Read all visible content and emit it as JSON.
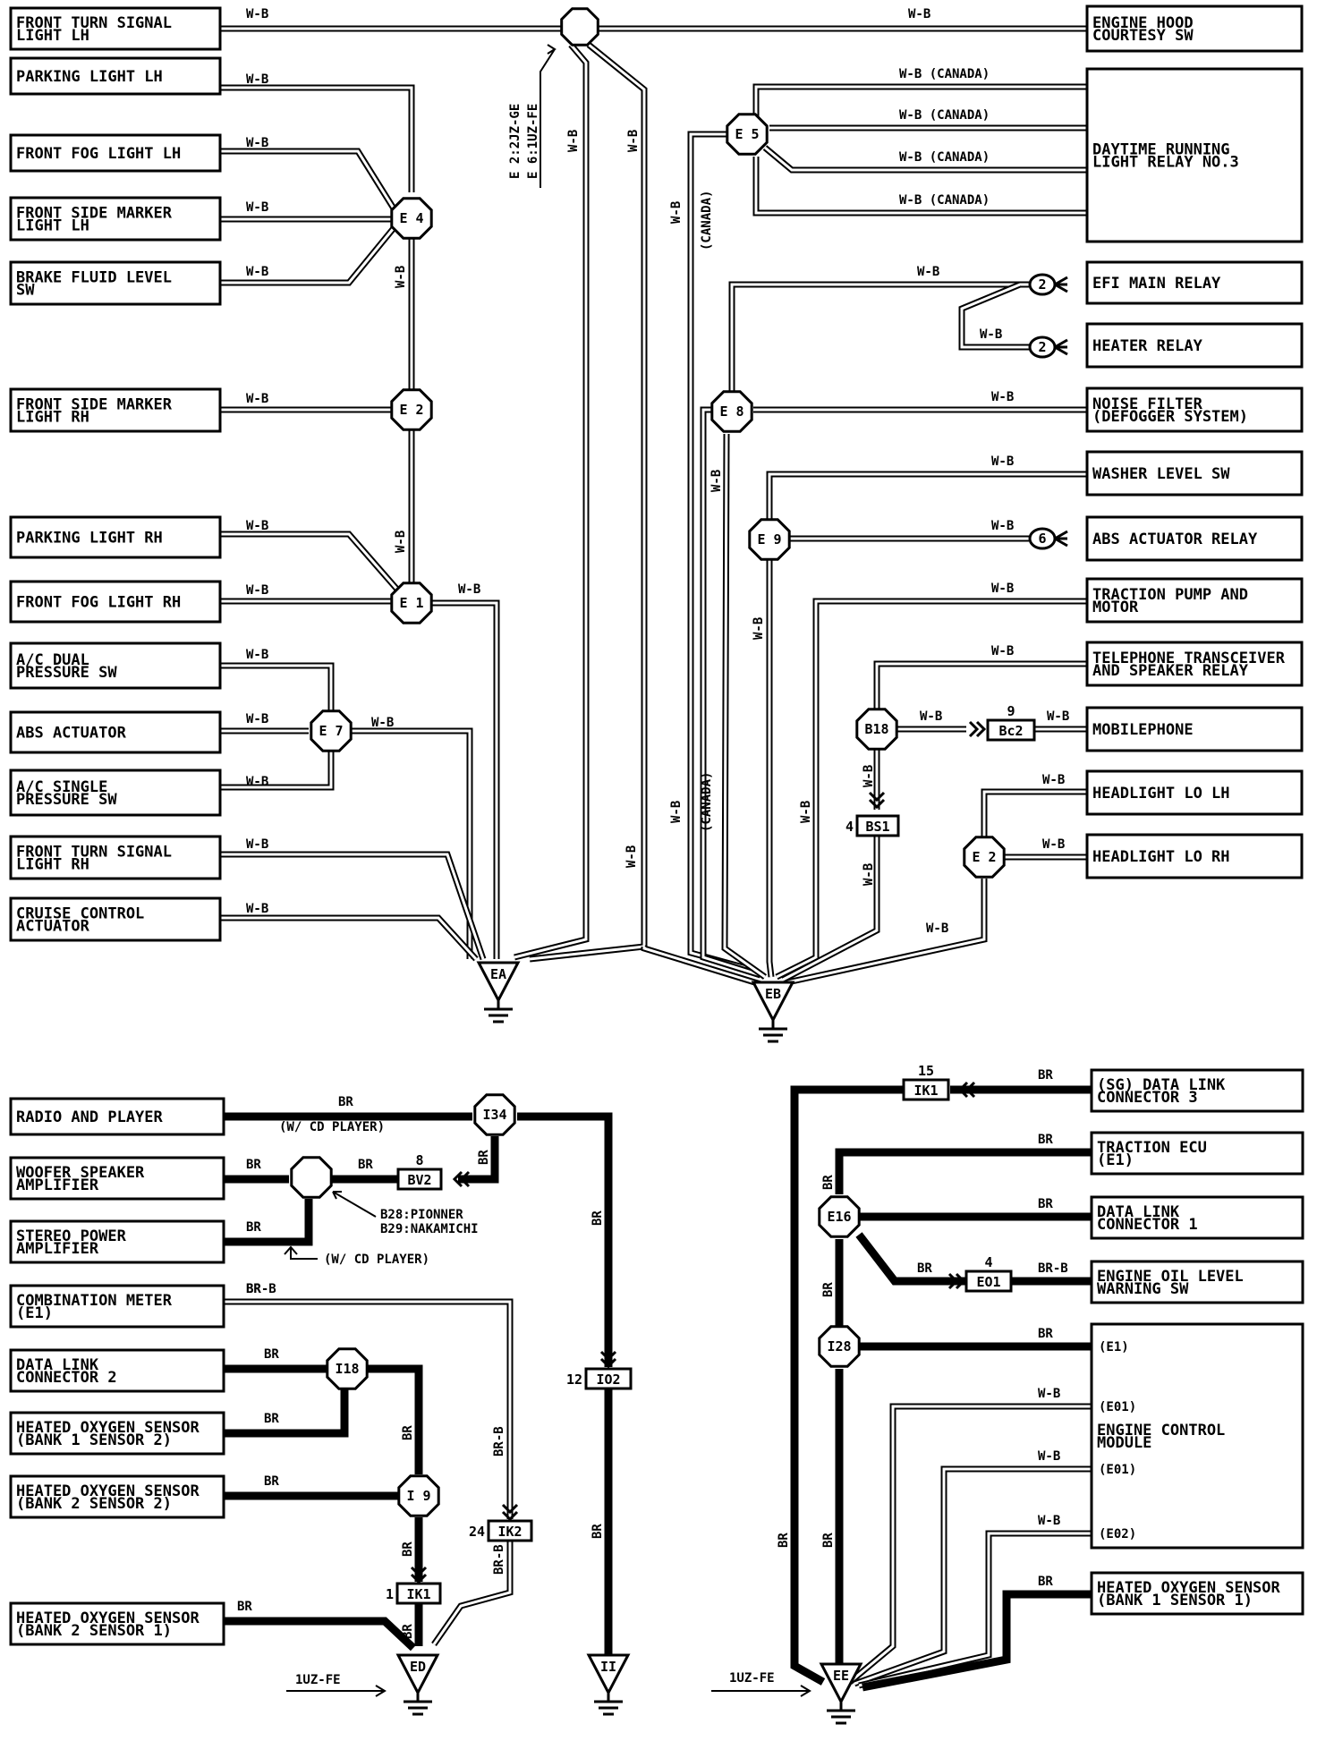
{
  "components": {
    "front_turn_lh": [
      "FRONT TURN SIGNAL",
      "LIGHT LH"
    ],
    "parking_lh": [
      "PARKING LIGHT LH"
    ],
    "front_fog_lh": [
      "FRONT FOG LIGHT LH"
    ],
    "front_side_marker_lh": [
      "FRONT SIDE MARKER",
      "LIGHT LH"
    ],
    "brake_fluid": [
      "BRAKE FLUID LEVEL",
      "SW"
    ],
    "front_side_marker_rh": [
      "FRONT SIDE MARKER",
      "LIGHT RH"
    ],
    "parking_rh": [
      "PARKING LIGHT RH"
    ],
    "front_fog_rh": [
      "FRONT FOG LIGHT RH"
    ],
    "ac_dual": [
      "A/C DUAL",
      "PRESSURE SW"
    ],
    "abs_actuator": [
      "ABS ACTUATOR"
    ],
    "ac_single": [
      "A/C SINGLE",
      "PRESSURE SW"
    ],
    "front_turn_rh": [
      "FRONT TURN SIGNAL",
      "LIGHT RH"
    ],
    "cruise": [
      "CRUISE CONTROL",
      "ACTUATOR"
    ],
    "engine_hood": [
      "ENGINE HOOD",
      "COURTESY SW"
    ],
    "drl_relay": [
      "DAYTIME RUNNING",
      "LIGHT RELAY NO.3"
    ],
    "efi_relay": [
      "EFI MAIN RELAY"
    ],
    "heater_relay": [
      "HEATER RELAY"
    ],
    "noise_filter": [
      "NOISE FILTER",
      "(DEFOGGER SYSTEM)"
    ],
    "washer": [
      "WASHER LEVEL SW"
    ],
    "abs_relay": [
      "ABS ACTUATOR RELAY"
    ],
    "traction_pump": [
      "TRACTION PUMP AND",
      "MOTOR"
    ],
    "telephone": [
      "TELEPHONE TRANSCEIVER",
      "AND SPEAKER RELAY"
    ],
    "mobilephone": [
      "MOBILEPHONE"
    ],
    "headlight_lh": [
      "HEADLIGHT LO LH"
    ],
    "headlight_rh": [
      "HEADLIGHT LO RH"
    ],
    "radio": [
      "RADIO AND PLAYER"
    ],
    "woofer": [
      "WOOFER SPEAKER",
      "AMPLIFIER"
    ],
    "stereo": [
      "STEREO POWER",
      "AMPLIFIER"
    ],
    "combo_meter": [
      "COMBINATION METER",
      "(E1)"
    ],
    "dlc2": [
      "DATA LINK",
      "CONNECTOR 2"
    ],
    "ho2_b1s2": [
      "HEATED OXYGEN SENSOR",
      "(BANK 1 SENSOR 2)"
    ],
    "ho2_b2s2": [
      "HEATED OXYGEN SENSOR",
      "(BANK 2 SENSOR 2)"
    ],
    "ho2_b2s1": [
      "HEATED OXYGEN SENSOR",
      "(BANK 2 SENSOR 1)"
    ],
    "dlc3": [
      "(SG) DATA LINK",
      "CONNECTOR 3"
    ],
    "traction_ecu": [
      "TRACTION ECU",
      "(E1)"
    ],
    "dlc1": [
      "DATA LINK",
      "CONNECTOR 1"
    ],
    "oil_level": [
      "ENGINE OIL LEVEL",
      "WARNING SW"
    ],
    "ecm": [
      "ENGINE CONTROL",
      "MODULE"
    ],
    "ho2_b1s1": [
      "HEATED OXYGEN SENSOR",
      "(BANK 1 SENSOR 1)"
    ]
  },
  "ecm_pins": [
    "(E1)",
    "(E01)",
    "(E01)",
    "(E02)"
  ],
  "nodes": {
    "e4": "E 4",
    "e2": "E 2",
    "e1": "E 1",
    "e7": "E 7",
    "e5": "E 5",
    "e8": "E 8",
    "e9": "E 9",
    "b18": "B18",
    "e2r": "E 2",
    "i34": "I34",
    "i18": "I18",
    "i9": "I 9",
    "e16": "E16",
    "i28": "I28",
    "circ2a": "2",
    "circ2b": "2",
    "circ6": "6"
  },
  "connectors": {
    "bc2": "Bc2",
    "bc2_pin": "9",
    "bs1": "BS1",
    "bs1_pin": "4",
    "bv2": "BV2",
    "bv2_pin": "8",
    "io2": "IO2",
    "io2_pin": "12",
    "ik2": "IK2",
    "ik2_pin": "24",
    "ik1": "IK1",
    "ik1_pin": "1",
    "ik1r": "IK1",
    "ik1r_pin": "15",
    "eo1": "EO1",
    "eo1_pin": "4"
  },
  "grounds": {
    "ea": "EA",
    "eb": "EB",
    "ed": "ED",
    "ii": "II",
    "ee": "EE"
  },
  "wire_colors": {
    "wb": "W-B",
    "br": "BR",
    "brb": "BR-B",
    "wb_canada": "W-B (CANADA)",
    "canada": "(CANADA)"
  },
  "notes": {
    "top_node_1": "E 2:2JZ-GE",
    "top_node_2": "E 6:1UZ-FE",
    "cd_player_1": "(W/ CD PLAYER)",
    "cd_player_2": "(W/ CD PLAYER)",
    "b28": "B28:PIONNER",
    "b29": "B29:NAKAMICHI",
    "uzfe_left": "1UZ-FE",
    "uzfe_right": "1UZ-FE"
  },
  "colors": {
    "line": "#000000",
    "background": "#ffffff"
  }
}
